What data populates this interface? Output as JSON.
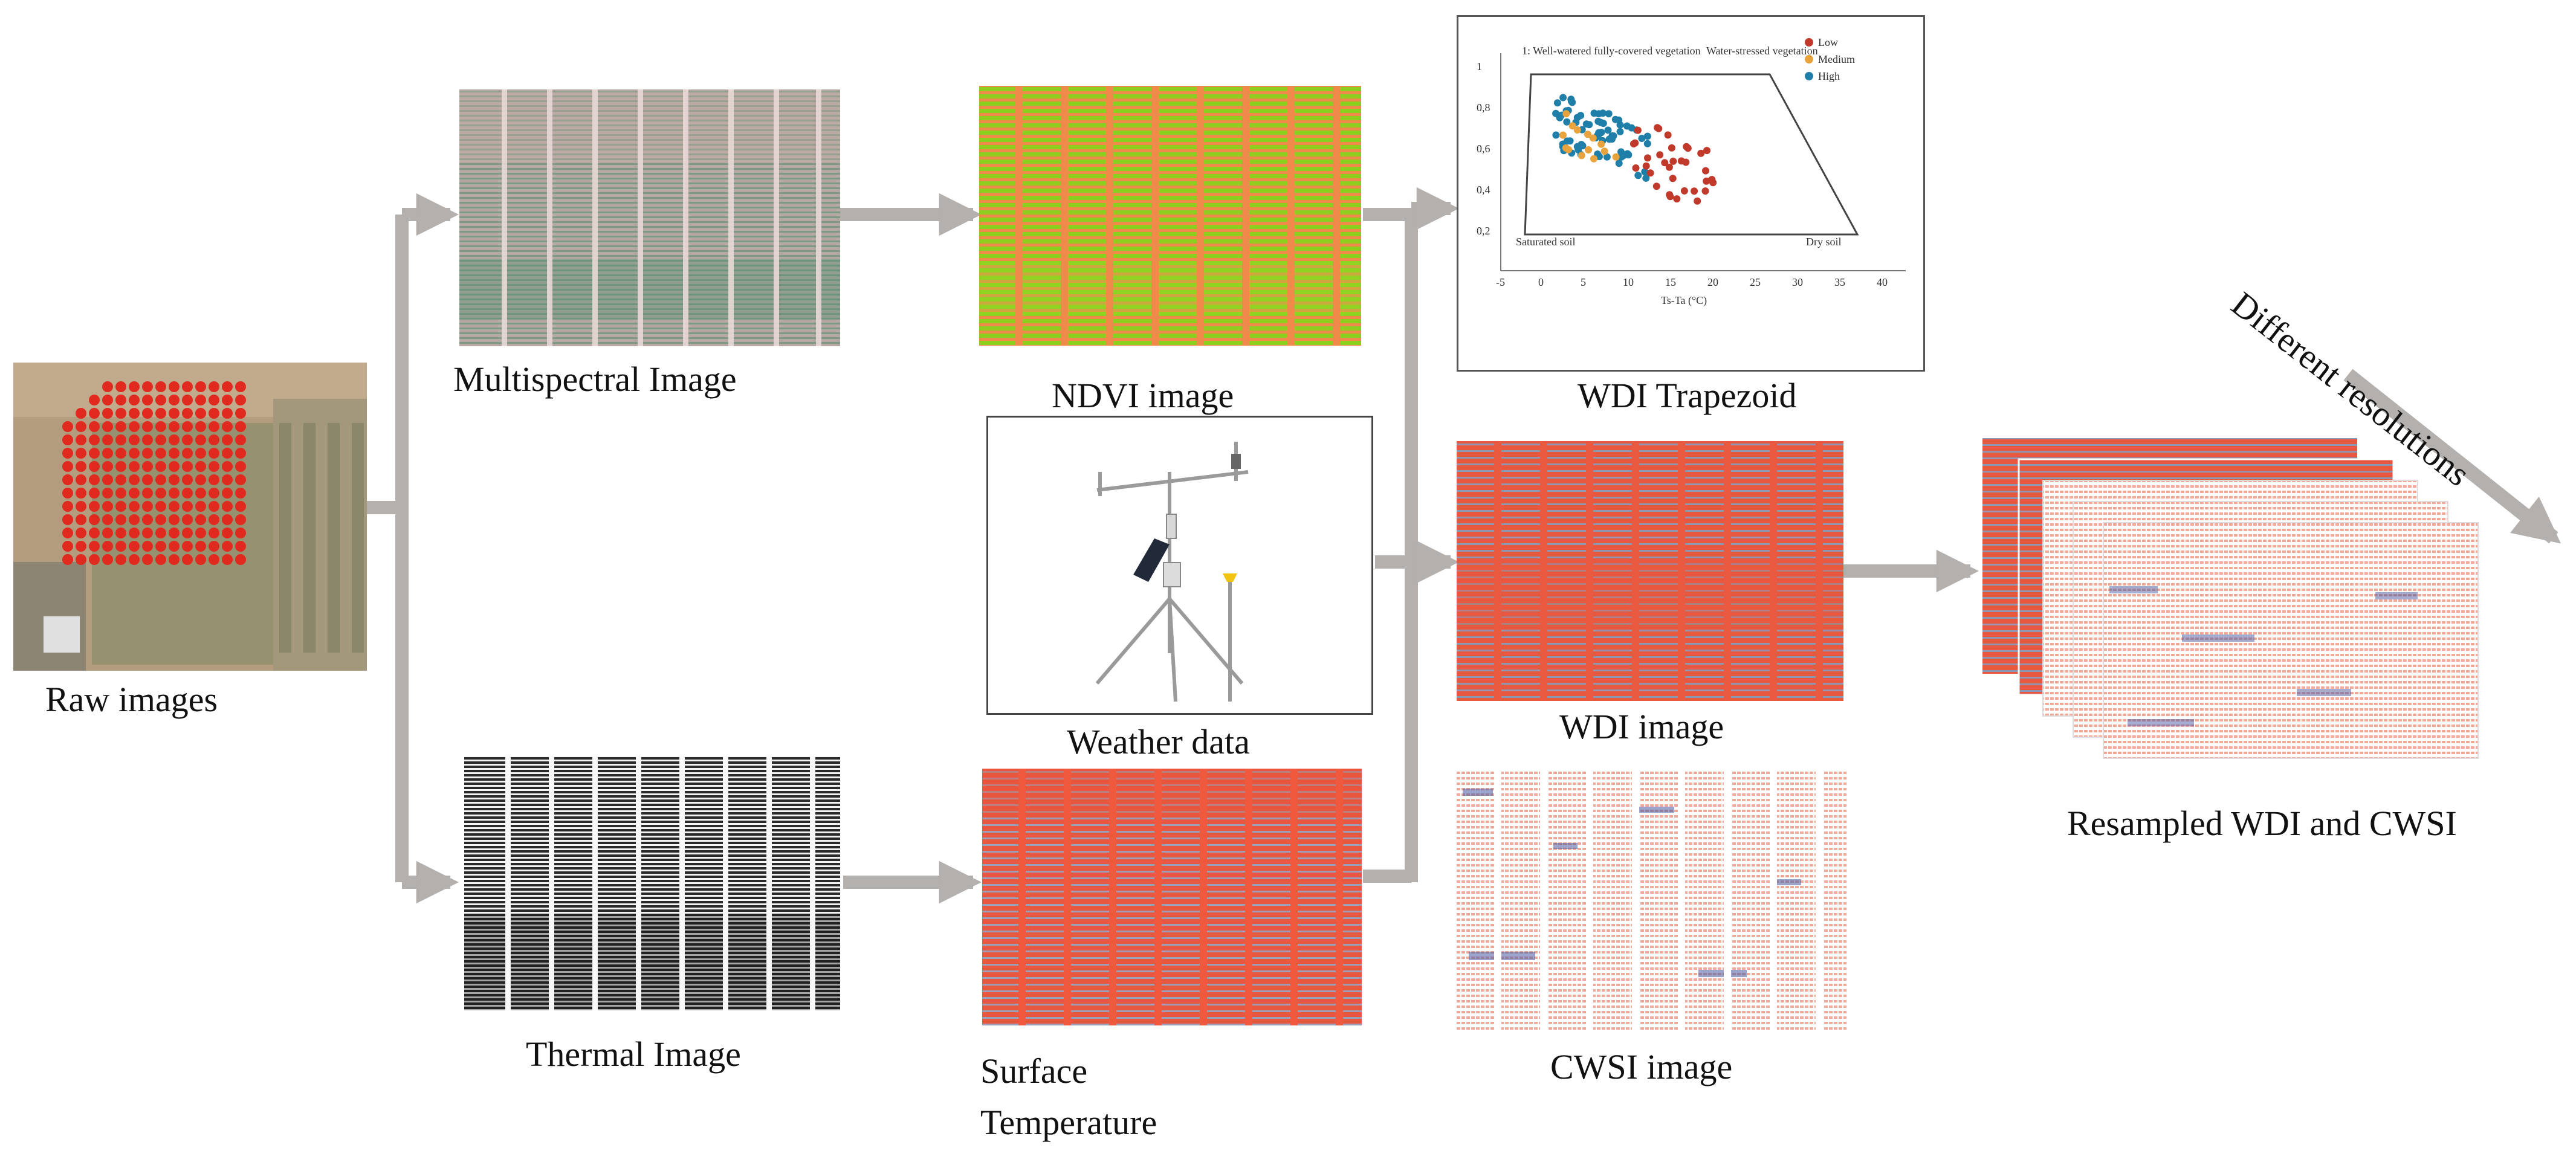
{
  "labels": {
    "raw": "Raw images",
    "multispectral": "Multispectral Image",
    "thermal": "Thermal Image",
    "ndvi": "NDVI image",
    "weather": "Weather data",
    "surface_line1": "Surface",
    "surface_line2": "Temperature",
    "trapezoid": "WDI Trapezoid",
    "wdi": "WDI image",
    "cwsi": "CWSI image",
    "resampled": "Resampled WDI and CWSI",
    "resolutions": "Different resolutions"
  },
  "trapezoid_plot": {
    "annotations": {
      "wet": "1: Well-watered fully-covered vegetation",
      "stressed": "Water-stressed vegetation",
      "saturated": "Saturated soil",
      "dry": "Dry soil"
    },
    "xlabel": "Ts-Ta (°C)",
    "xticks": [
      "-5",
      "0",
      "5",
      "10",
      "15",
      "20",
      "25",
      "30",
      "35",
      "40"
    ],
    "yticks": [
      "0,2",
      "0,4",
      "0,6",
      "0,8",
      "1"
    ],
    "legend": [
      {
        "label": "Low",
        "color": "#c0392b"
      },
      {
        "label": "Medium",
        "color": "#e8a33c"
      },
      {
        "label": "High",
        "color": "#1f7fa8"
      }
    ]
  },
  "colors": {
    "arrow": "#b3b0ad",
    "wdi_red": "#e8573f",
    "wdi_blue": "#7f86a8",
    "ndvi_green": "#8ccf1e",
    "ndvi_orange": "#f08a4a",
    "cwsi_pink": "#f2b8aa"
  }
}
